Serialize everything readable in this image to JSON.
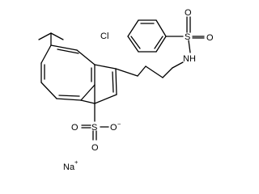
{
  "structure": {
    "atoms": {
      "chlorine": "Cl",
      "sulfonamide_sulfur": "S",
      "sulfonamide_oxygen_top": "O",
      "sulfonamide_oxygen_bottom": "O",
      "sulfonamide_nitrogen": "NH",
      "sulfonate_sulfur": "S",
      "sulfonate_oxygen_double_left": "O",
      "sulfonate_oxygen_double_bottom": "O",
      "sulfonate_oxygen_anion": "O",
      "sulfonate_charge": "−",
      "counterion": "Na",
      "counterion_charge": "+"
    },
    "colors": {
      "bond": "#000000",
      "label": "#000000",
      "background": "#ffffff"
    }
  }
}
